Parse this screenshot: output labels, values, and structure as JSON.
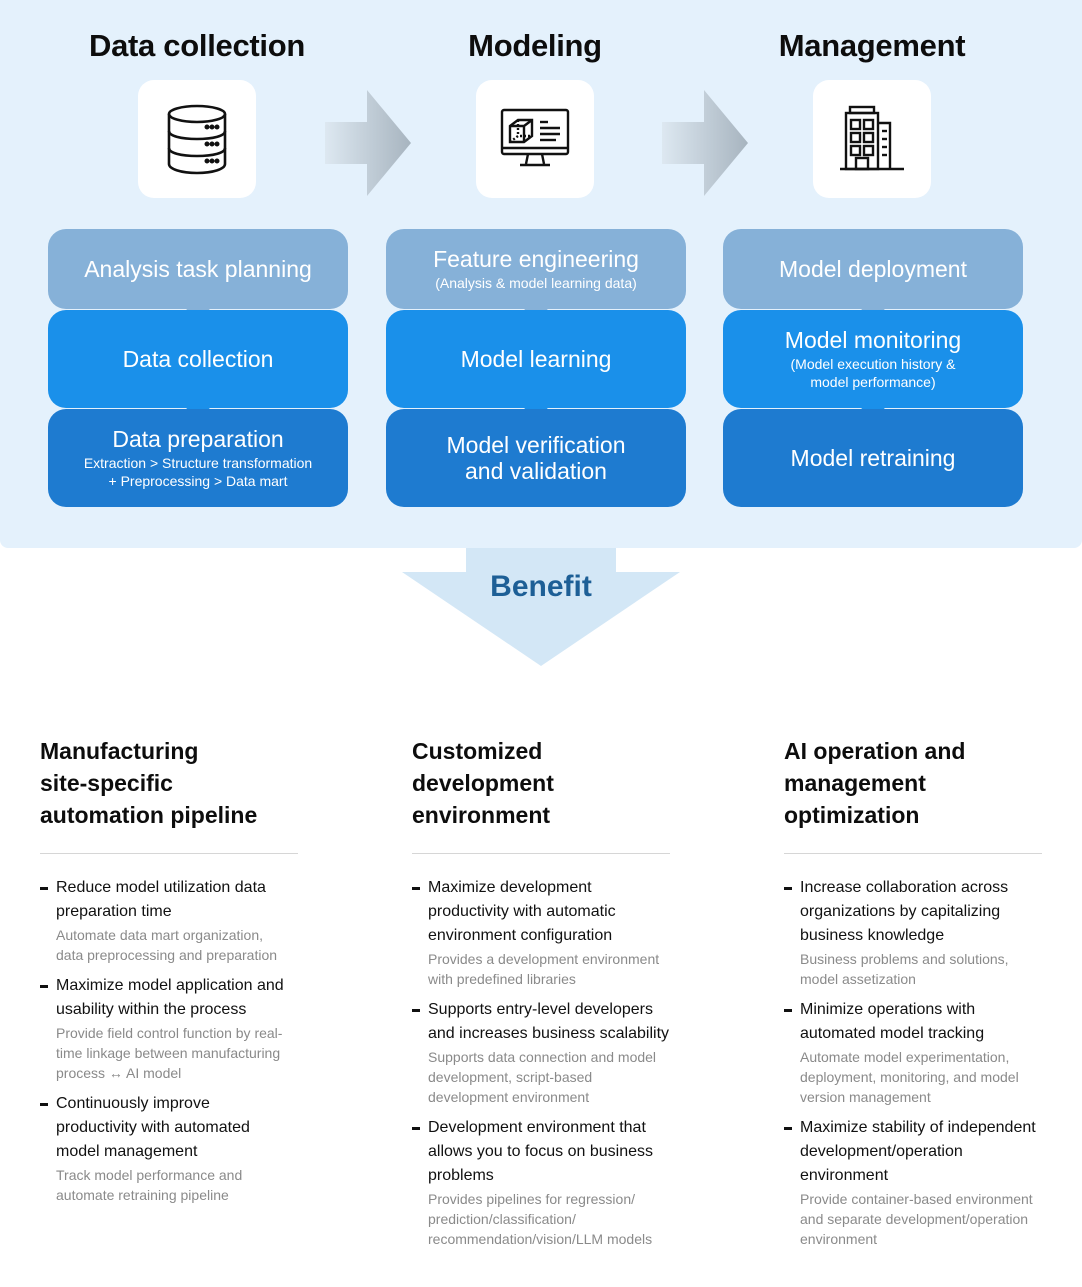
{
  "pipeline": {
    "columns": [
      {
        "title": "Data collection",
        "icon": "database-icon",
        "steps": [
          {
            "main": "Analysis task planning",
            "sub": ""
          },
          {
            "main": "Data collection",
            "sub": ""
          },
          {
            "main": "Data preparation",
            "sub": "Extraction > Structure transformation\n+ Preprocessing > Data mart"
          }
        ]
      },
      {
        "title": "Modeling",
        "icon": "monitor-3d-model-icon",
        "steps": [
          {
            "main": "Feature engineering",
            "sub": "(Analysis & model learning data)"
          },
          {
            "main": "Model learning",
            "sub": ""
          },
          {
            "main": "Model verification\nand validation",
            "sub": ""
          }
        ]
      },
      {
        "title": "Management",
        "icon": "building-icon",
        "steps": [
          {
            "main": "Model deployment",
            "sub": ""
          },
          {
            "main": "Model monitoring",
            "sub": "(Model execution history &\nmodel performance)"
          },
          {
            "main": "Model retraining",
            "sub": ""
          }
        ]
      }
    ]
  },
  "benefit_label": "Benefit",
  "colors": {
    "panel": "#e4f1fc",
    "step_light": "#86b1d8",
    "step_mid": "#1a90ea",
    "step_dark": "#1e7bd0",
    "benefit_text": "#1d5f96"
  },
  "benefits": [
    {
      "title": "Manufacturing\nsite-specific\nautomation pipeline",
      "items": [
        {
          "head": "Reduce model utilization data\npreparation time",
          "desc": "Automate data mart organization,\ndata preprocessing and preparation"
        },
        {
          "head": "Maximize model application and\nusability within the process",
          "desc": "Provide field control function by real-\ntime linkage between manufacturing\nprocess ↔ AI model"
        },
        {
          "head": "Continuously improve\nproductivity with automated\nmodel management",
          "desc": "Track model performance and\nautomate retraining pipeline"
        }
      ]
    },
    {
      "title": "Customized\ndevelopment\nenvironment",
      "items": [
        {
          "head": "Maximize development\nproductivity with automatic\nenvironment configuration",
          "desc": "Provides a development environment\nwith predefined libraries"
        },
        {
          "head": "Supports entry-level developers\nand increases business scalability",
          "desc": "Supports data connection and model\ndevelopment, script-based\ndevelopment environment"
        },
        {
          "head": "Development environment that\nallows you to focus on business\nproblems",
          "desc": "Provides pipelines for regression/\nprediction/classification/\nrecommendation/vision/LLM models"
        }
      ]
    },
    {
      "title": "AI operation and\nmanagement\noptimization",
      "items": [
        {
          "head": "Increase collaboration across\norganizations by capitalizing\nbusiness knowledge",
          "desc": "Business problems and solutions,\nmodel assetization"
        },
        {
          "head": "Minimize operations with\nautomated model tracking",
          "desc": "Automate model experimentation,\ndeployment, monitoring, and model\nversion management"
        },
        {
          "head": "Maximize stability of independent\ndevelopment/operation\nenvironment",
          "desc": "Provide container-based environment\nand separate development/operation\nenvironment"
        }
      ]
    }
  ]
}
